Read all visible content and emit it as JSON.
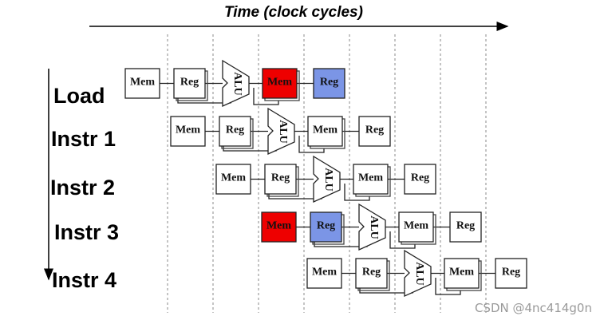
{
  "diagram": {
    "time_label": "Time (clock cycles)",
    "instructions": [
      {
        "label": "Load",
        "stages": [
          {
            "text": "Mem",
            "highlight": "none"
          },
          {
            "text": "Reg",
            "highlight": "none"
          },
          {
            "text": "ALU",
            "highlight": "none"
          },
          {
            "text": "Mem",
            "highlight": "red"
          },
          {
            "text": "Reg",
            "highlight": "blue"
          }
        ]
      },
      {
        "label": "Instr 1",
        "stages": [
          {
            "text": "Mem",
            "highlight": "none"
          },
          {
            "text": "Reg",
            "highlight": "none"
          },
          {
            "text": "ALU",
            "highlight": "none"
          },
          {
            "text": "Mem",
            "highlight": "none"
          },
          {
            "text": "Reg",
            "highlight": "none"
          }
        ]
      },
      {
        "label": "Instr 2",
        "stages": [
          {
            "text": "Mem",
            "highlight": "none"
          },
          {
            "text": "Reg",
            "highlight": "none"
          },
          {
            "text": "ALU",
            "highlight": "none"
          },
          {
            "text": "Mem",
            "highlight": "none"
          },
          {
            "text": "Reg",
            "highlight": "none"
          }
        ]
      },
      {
        "label": "Instr 3",
        "stages": [
          {
            "text": "Mem",
            "highlight": "red"
          },
          {
            "text": "Reg",
            "highlight": "blue"
          },
          {
            "text": "ALU",
            "highlight": "none"
          },
          {
            "text": "Mem",
            "highlight": "none"
          },
          {
            "text": "Reg",
            "highlight": "none"
          }
        ]
      },
      {
        "label": "Instr 4",
        "stages": [
          {
            "text": "Mem",
            "highlight": "none"
          },
          {
            "text": "Reg",
            "highlight": "none"
          },
          {
            "text": "ALU",
            "highlight": "none"
          },
          {
            "text": "Mem",
            "highlight": "none"
          },
          {
            "text": "Reg",
            "highlight": "none"
          }
        ]
      }
    ]
  },
  "colors": {
    "highlight_red": "#ee0000",
    "highlight_blue": "#7b95e6",
    "box_fill": "#ffffff",
    "line": "#222222",
    "grid": "#8a8a8a"
  },
  "watermark": "CSDN @4nc414g0n"
}
